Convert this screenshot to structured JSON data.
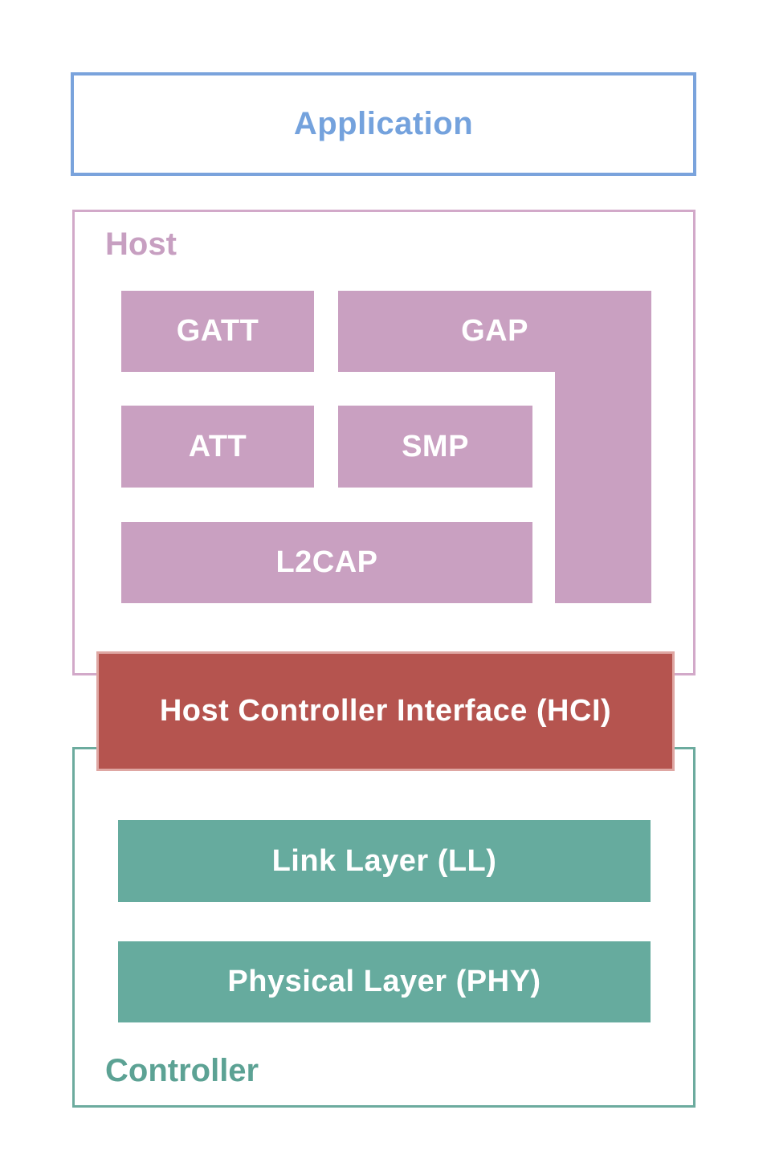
{
  "application": {
    "label": "Application"
  },
  "host": {
    "label": "Host",
    "blocks": {
      "gatt": "GATT",
      "gap": "GAP",
      "att": "ATT",
      "smp": "SMP",
      "l2cap": "L2CAP"
    }
  },
  "hci": {
    "label": "Host Controller Interface (HCI)"
  },
  "controller": {
    "label": "Controller",
    "blocks": {
      "link_layer": "Link Layer (LL)",
      "phy": "Physical Layer (PHY)"
    }
  },
  "colors": {
    "application_border": "#7aa3dc",
    "application_text": "#74a2dd",
    "host_border": "#d2a9c9",
    "host_block_fill": "#c9a0c1",
    "hci_fill": "#b5544f",
    "controller_border": "#6cab9e",
    "controller_block_fill": "#66ab9e",
    "controller_text": "#5ca294",
    "block_text": "#ffffff"
  }
}
